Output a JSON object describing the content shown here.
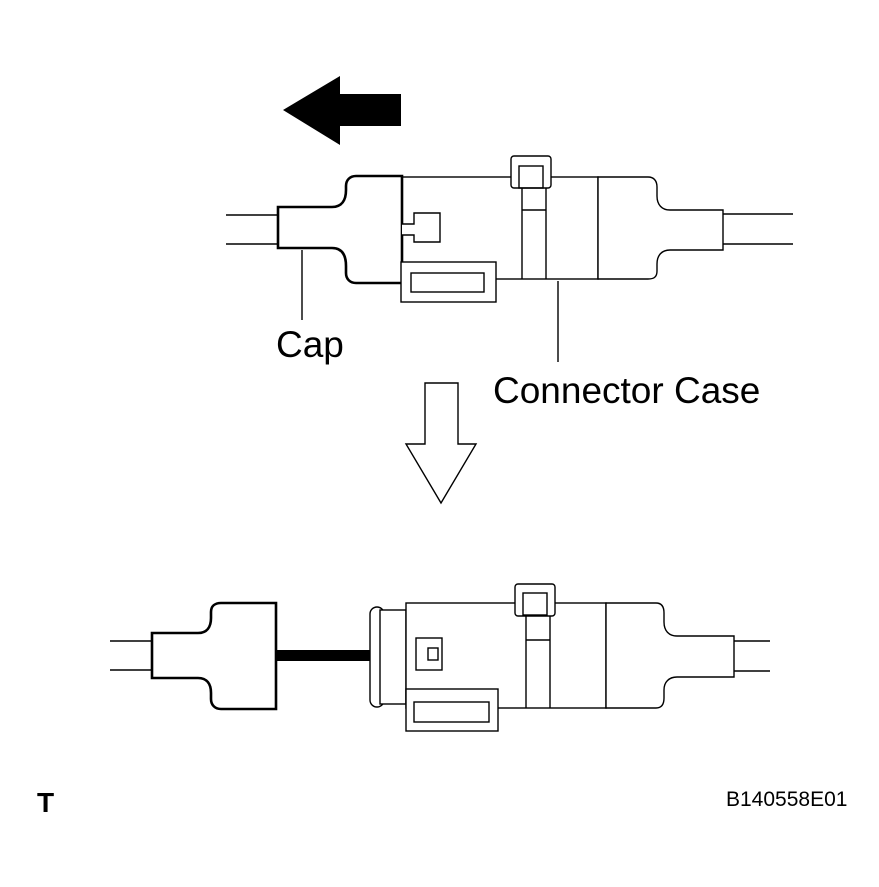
{
  "labels": {
    "cap": "Cap",
    "connector_case": "Connector Case",
    "figure_code": "B140558E01",
    "corner_mark": "T"
  },
  "colors": {
    "ink": "#000000",
    "background": "#ffffff"
  },
  "icons": {
    "direction_arrow": "left-arrow-filled",
    "step_arrow": "down-arrow-outline"
  }
}
